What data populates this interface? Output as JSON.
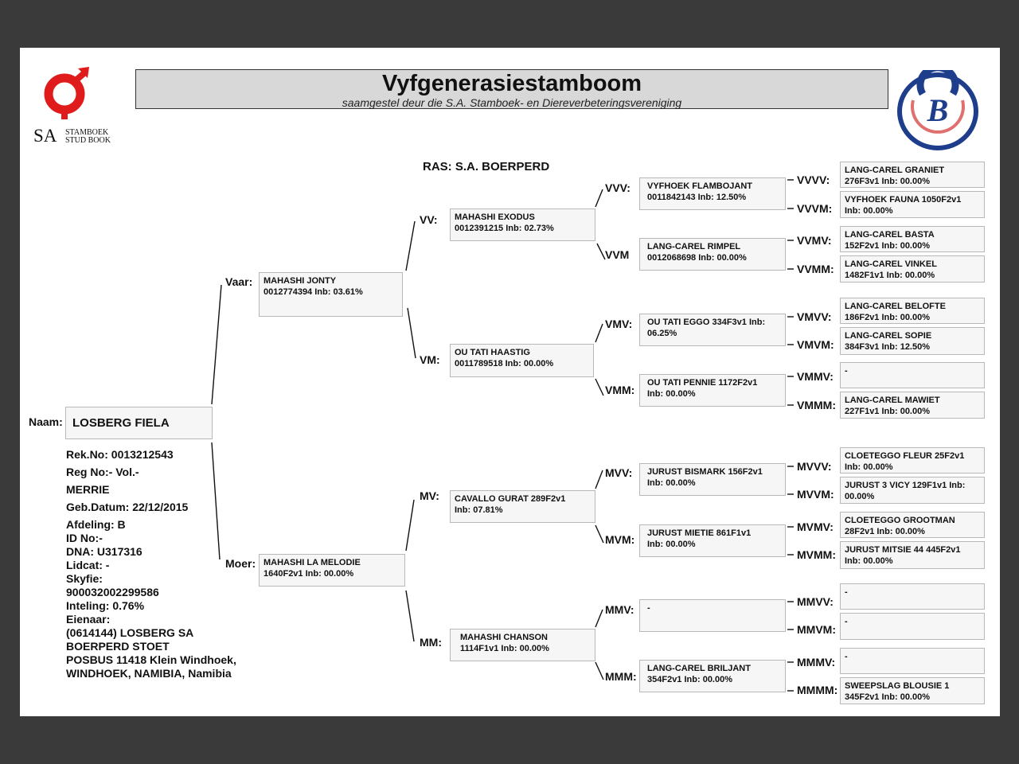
{
  "header": {
    "title": "Vyfgenerasiestamboom",
    "subtitle": "saamgestel deur die S.A. Stamboek- en Diereverbeteringsvereniging"
  },
  "logo": {
    "left_icon": "sa-studbook-logo",
    "sa": "SA",
    "line1": "STAMBOEK",
    "line2": "STUD BOOK",
    "right_icon": "boerperd-horseshoe-logo",
    "brand_red": "#e01b1b",
    "brand_blue": "#1e3e8c"
  },
  "ras": "RAS: S.A. BOERPERD",
  "subject": {
    "label": "Naam:",
    "name": "LOSBERG FIELA",
    "info": [
      "Rek.No: 0013212543",
      "Reg No:- Vol.-",
      "MERRIE",
      "Geb.Datum: 22/12/2015",
      "Afdeling: B",
      "ID No:-",
      "DNA: U317316",
      "Lidcat: -",
      "Skyfie:",
      "900032002299586",
      "Inteling: 0.76%",
      "Eienaar:",
      "(0614144) LOSBERG SA",
      "BOERPERD STOET",
      "POSBUS 11418 Klein  Windhoek,",
      "WINDHOEK, NAMIBIA, Namibia"
    ]
  },
  "pedigree": {
    "V": {
      "label": "Vaar:",
      "name": "MAHASHI JONTY",
      "id": "0012774394 Inb: 03.61%"
    },
    "M": {
      "label": "Moer:",
      "name": "MAHASHI LA MELODIE",
      "id": "1640F2v1 Inb: 00.00%"
    },
    "VV": {
      "label": "VV:",
      "name": "MAHASHI EXODUS",
      "id": "0012391215 Inb: 02.73%"
    },
    "VM": {
      "label": "VM:",
      "name": "OU TATI HAASTIG",
      "id": "0011789518 Inb: 00.00%"
    },
    "MV": {
      "label": "MV:",
      "name": "CAVALLO GURAT 289F2v1",
      "id": "Inb: 07.81%"
    },
    "MM": {
      "label": "MM:",
      "name": "MAHASHI CHANSON",
      "id": "1114F1v1 Inb: 00.00%"
    },
    "VVV": {
      "label": "VVV:",
      "name": "VYFHOEK FLAMBOJANT",
      "id": "0011842143 Inb: 12.50%"
    },
    "VVM": {
      "label": "VVM",
      "name": "LANG-CAREL RIMPEL",
      "id": "0012068698 Inb: 00.00%"
    },
    "VMV": {
      "label": "VMV:",
      "name": "OU TATI EGGO 334F3v1 Inb:",
      "id": "06.25%"
    },
    "VMM": {
      "label": "VMM:",
      "name": "OU TATI PENNIE 1172F2v1",
      "id": "Inb: 00.00%"
    },
    "MVV": {
      "label": "MVV:",
      "name": "JURUST BISMARK 156F2v1",
      "id": "Inb: 00.00%"
    },
    "MVM": {
      "label": "MVM:",
      "name": "JURUST MIETIE 861F1v1",
      "id": "Inb: 00.00%"
    },
    "MMV": {
      "label": "MMV:",
      "name": "-",
      "id": ""
    },
    "MMM": {
      "label": "MMM:",
      "name": "LANG-CAREL BRILJANT",
      "id": "354F2v1 Inb: 00.00%"
    },
    "VVVV": {
      "label": "VVVV:",
      "name": "LANG-CAREL GRANIET",
      "id": "276F3v1 Inb: 00.00%"
    },
    "VVVM": {
      "label": "VVVM:",
      "name": "VYFHOEK FAUNA 1050F2v1",
      "id": "Inb: 00.00%"
    },
    "VVMV": {
      "label": "VVMV:",
      "name": "LANG-CAREL BASTA",
      "id": "152F2v1 Inb: 00.00%"
    },
    "VVMM": {
      "label": "VVMM:",
      "name": "LANG-CAREL VINKEL",
      "id": "1482F1v1 Inb: 00.00%"
    },
    "VMVV": {
      "label": "VMVV:",
      "name": "LANG-CAREL BELOFTE",
      "id": "186F2v1 Inb: 00.00%"
    },
    "VMVM": {
      "label": "VMVM:",
      "name": "LANG-CAREL SOPIE",
      "id": "384F3v1 Inb: 12.50%"
    },
    "VMMV": {
      "label": "VMMV:",
      "name": "-",
      "id": ""
    },
    "VMMM": {
      "label": "VMMM:",
      "name": "LANG-CAREL MAWIET",
      "id": "227F1v1 Inb: 00.00%"
    },
    "MVVV": {
      "label": "MVVV:",
      "name": "CLOETEGGO FLEUR 25F2v1",
      "id": "Inb: 00.00%"
    },
    "MVVM": {
      "label": "MVVM:",
      "name": "JURUST 3 VICY 129F1v1 Inb:",
      "id": "00.00%"
    },
    "MVMV": {
      "label": "MVMV:",
      "name": "CLOETEGGO GROOTMAN",
      "id": "28F2v1 Inb: 00.00%"
    },
    "MVMM": {
      "label": "MVMM:",
      "name": "JURUST MITSIE 44 445F2v1",
      "id": "Inb: 00.00%"
    },
    "MMVV": {
      "label": "MMVV:",
      "name": "-",
      "id": ""
    },
    "MMVM": {
      "label": "MMVM:",
      "name": "-",
      "id": ""
    },
    "MMMV": {
      "label": "MMMV:",
      "name": "-",
      "id": ""
    },
    "MMMM": {
      "label": "MMMM:",
      "name": "SWEEPSLAG BLOUSIE 1",
      "id": "345F2v1 Inb: 00.00%"
    }
  }
}
